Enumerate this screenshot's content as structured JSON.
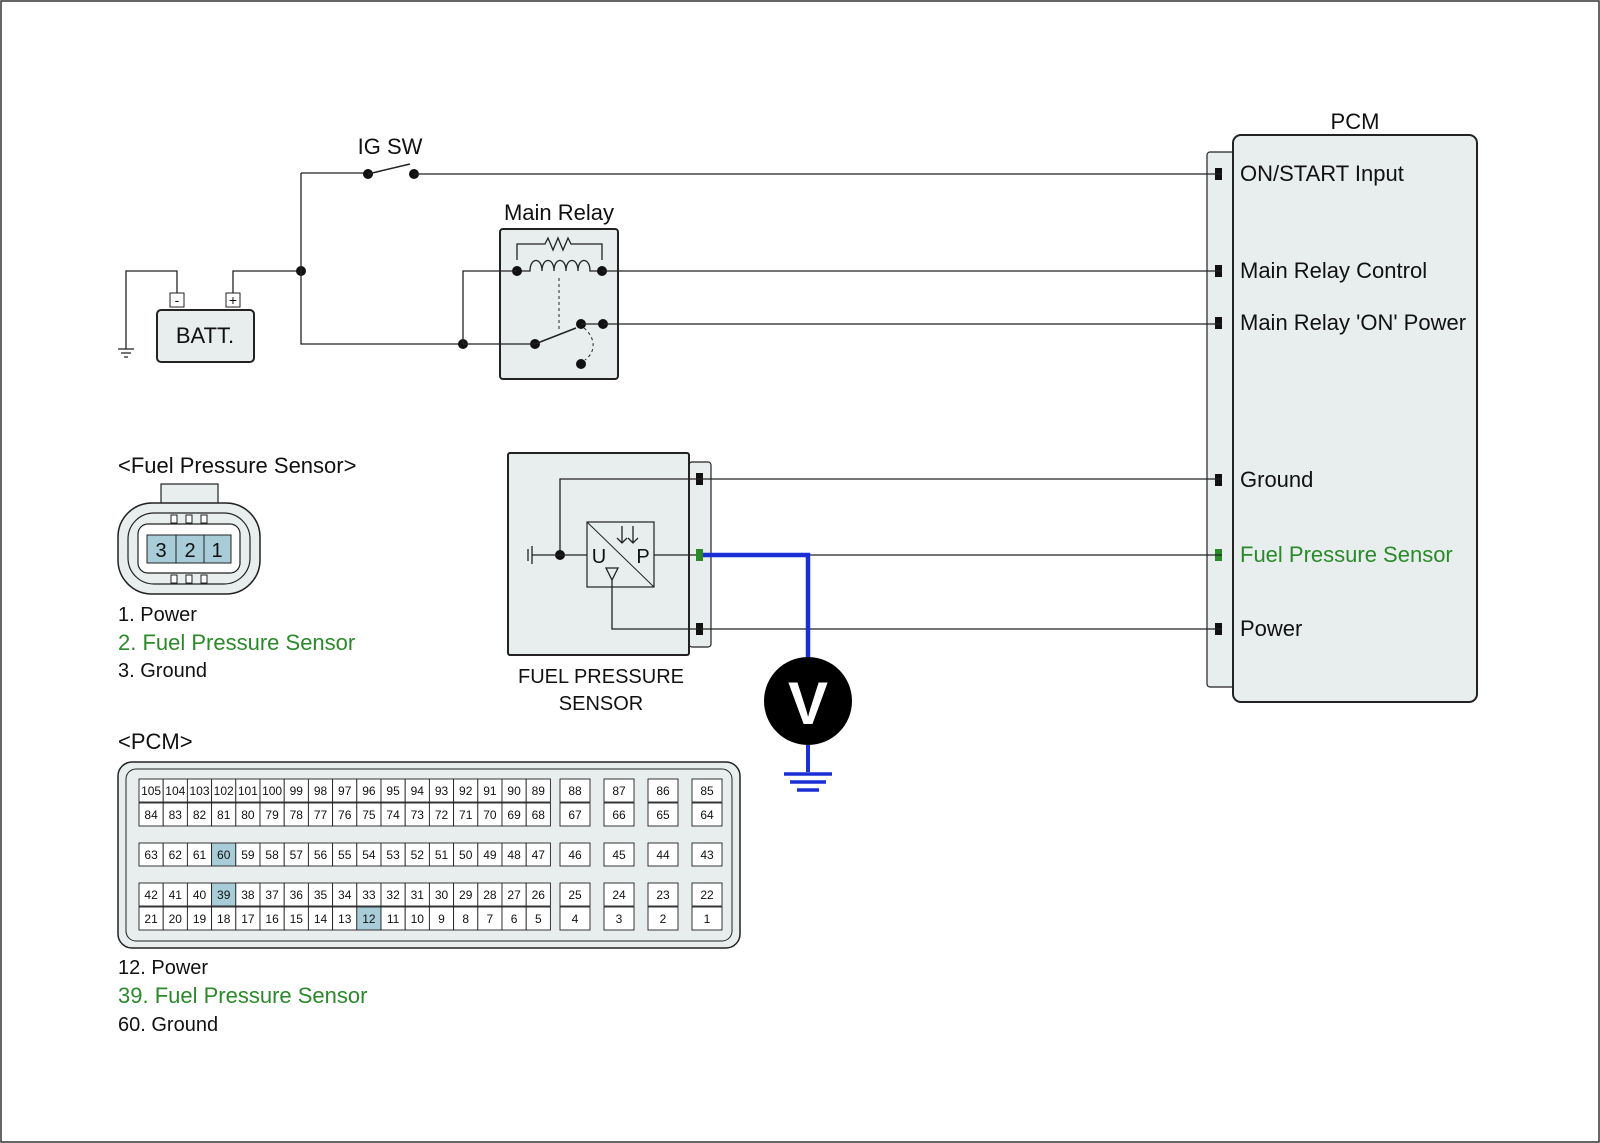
{
  "title": "",
  "pcm_block": {
    "title": "PCM",
    "terminals": [
      {
        "label": "ON/START Input",
        "highlight": false
      },
      {
        "label": "Main Relay Control",
        "highlight": false
      },
      {
        "label": "Main Relay 'ON' Power",
        "highlight": false
      },
      {
        "label": "Ground",
        "highlight": false
      },
      {
        "label": "Fuel Pressure Sensor",
        "highlight": true
      },
      {
        "label": "Power",
        "highlight": false
      }
    ]
  },
  "ig_switch_label": "IG SW",
  "main_relay_label": "Main Relay",
  "battery": {
    "label": "BATT.",
    "minus": "-",
    "plus": "+"
  },
  "sensor_block": {
    "label_line1": "FUEL PRESSURE",
    "label_line2": "SENSOR",
    "u_label": "U",
    "p_label": "P"
  },
  "meter_label": "V",
  "fuel_connector": {
    "title": "<Fuel Pressure Sensor>",
    "pins": [
      "3",
      "2",
      "1"
    ],
    "pin_descriptions": [
      {
        "text": "1. Power",
        "highlight": false
      },
      {
        "text": "2. Fuel Pressure Sensor",
        "highlight": true
      },
      {
        "text": "3. Ground",
        "highlight": false
      }
    ]
  },
  "pcm_connector": {
    "title": "<PCM>",
    "highlighted_pins": [
      "60",
      "39",
      "12"
    ],
    "rows": [
      {
        "main": [
          "105",
          "104",
          "103",
          "102",
          "101",
          "100",
          "99",
          "98",
          "97",
          "96",
          "95",
          "94",
          "93",
          "92",
          "91",
          "90",
          "89"
        ],
        "side": [
          "88",
          "87",
          "86",
          "85"
        ]
      },
      {
        "main": [
          "84",
          "83",
          "82",
          "81",
          "80",
          "79",
          "78",
          "77",
          "76",
          "75",
          "74",
          "73",
          "72",
          "71",
          "70",
          "69",
          "68"
        ],
        "side": [
          "67",
          "66",
          "65",
          "64"
        ]
      },
      {
        "main": [
          "63",
          "62",
          "61",
          "60",
          "59",
          "58",
          "57",
          "56",
          "55",
          "54",
          "53",
          "52",
          "51",
          "50",
          "49",
          "48",
          "47"
        ],
        "side": [
          "46",
          "45",
          "44",
          "43"
        ]
      },
      {
        "main": [
          "42",
          "41",
          "40",
          "39",
          "38",
          "37",
          "36",
          "35",
          "34",
          "33",
          "32",
          "31",
          "30",
          "29",
          "28",
          "27",
          "26"
        ],
        "side": [
          "25",
          "24",
          "23",
          "22"
        ]
      },
      {
        "main": [
          "21",
          "20",
          "19",
          "18",
          "17",
          "16",
          "15",
          "14",
          "13",
          "12",
          "11",
          "10",
          "9",
          "8",
          "7",
          "6",
          "5"
        ],
        "side": [
          "4",
          "3",
          "2",
          "1"
        ]
      }
    ],
    "pin_descriptions": [
      {
        "text": "12. Power",
        "highlight": false
      },
      {
        "text": "39. Fuel Pressure Sensor",
        "highlight": true
      },
      {
        "text": "60. Ground",
        "highlight": false
      }
    ]
  },
  "colors": {
    "signal_green": "#2a8a2a",
    "probe_wire_blue": "#1a2fd6",
    "ground_blue": "#1a2fd6",
    "pin_highlight": "#a9cdd8",
    "block_fill": "#e8edee"
  }
}
